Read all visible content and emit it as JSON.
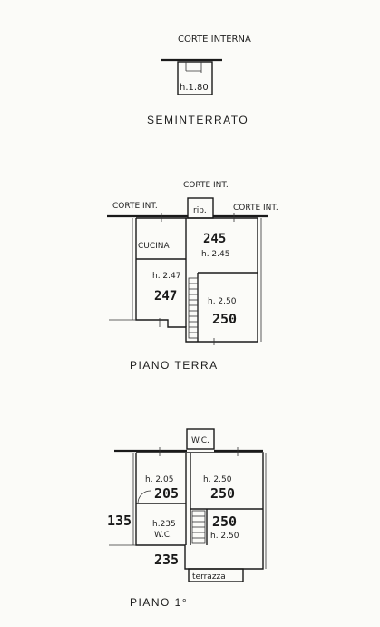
{
  "semi": {
    "courtyard": "CORTE INTERNA",
    "height": "h.1.80",
    "title": "SEMINTERRATO"
  },
  "ground": {
    "courtyard_top": "CORTE INT.",
    "courtyard_left": "CORTE INT.",
    "courtyard_right": "CORTE INT.",
    "rip": "rip.",
    "kitchen": "CUCINA",
    "h245": "h. 2.45",
    "n245": "245",
    "h247": "h. 2.47",
    "n247": "247",
    "h250": "h. 2.50",
    "n250": "250",
    "title": "PIANO TERRA"
  },
  "first": {
    "wc_top": "W.C.",
    "h205": "h. 2.05",
    "n205": "205",
    "h250a": "h. 2.50",
    "n250a": "250",
    "n135": "135",
    "h235": "h.235",
    "wc": "W.C.",
    "n250b": "250",
    "h250b": "h. 2.50",
    "n235": "235",
    "terrace": "terrazza",
    "title": "PIANO 1°"
  }
}
